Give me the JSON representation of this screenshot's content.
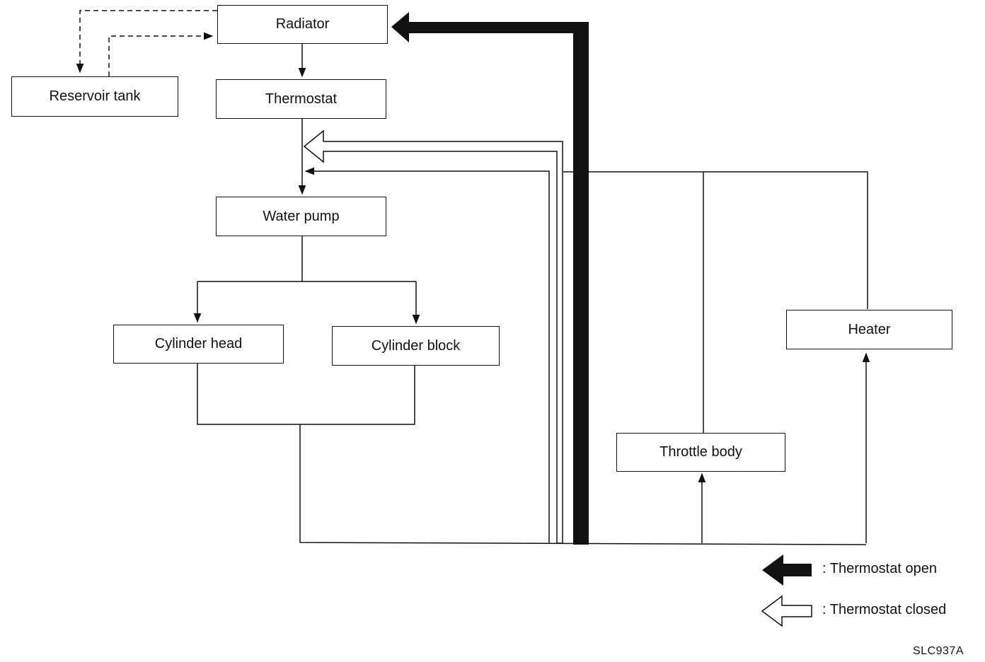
{
  "nodes": {
    "radiator": "Radiator",
    "reservoir_tank": "Reservoir tank",
    "thermostat": "Thermostat",
    "water_pump": "Water pump",
    "cylinder_head": "Cylinder head",
    "cylinder_block": "Cylinder block",
    "throttle_body": "Throttle body",
    "heater": "Heater"
  },
  "legend": {
    "open_label": ":  Thermostat open",
    "closed_label": ":  Thermostat closed"
  },
  "reference_code": "SLC937A",
  "colors": {
    "line": "#111111",
    "background": "#ffffff"
  }
}
